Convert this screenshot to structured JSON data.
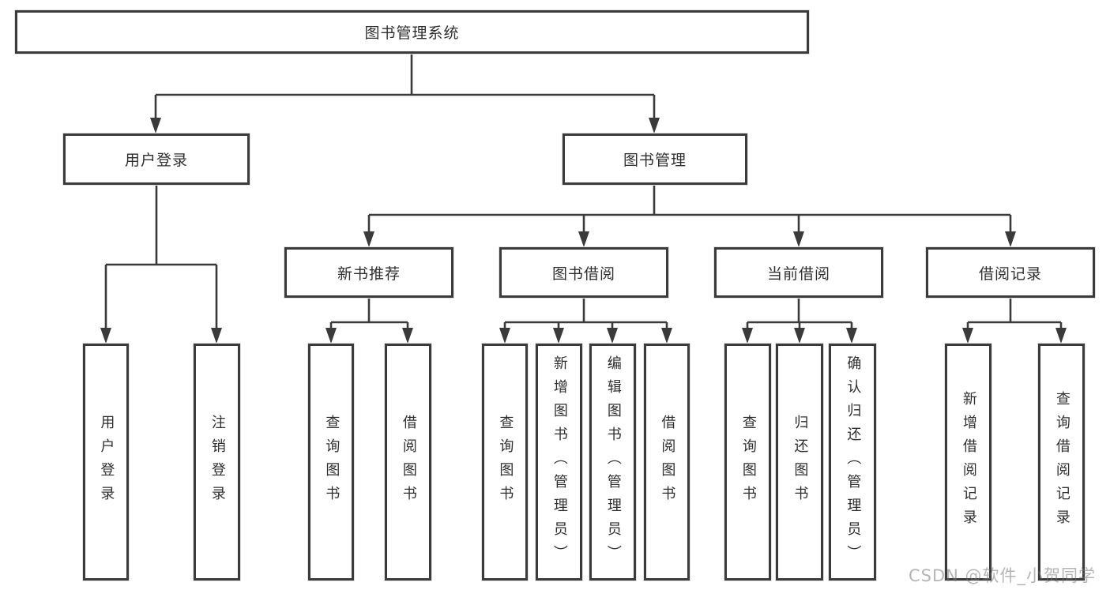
{
  "diagram": {
    "title": "图书管理系统",
    "watermark": "CSDN @软件_小贺同学",
    "colors": {
      "background": "#ffffff",
      "line": "#3a3a3a",
      "box_border": "#3b3b3b",
      "text": "#2f2f2f",
      "watermark": "#b9b9b9"
    },
    "nodes": {
      "root": "图书管理系统",
      "user_login": "用户登录",
      "book_management": "图书管理",
      "new_book_recommend": "新书推荐",
      "book_borrowing": "图书借阅",
      "current_borrowing": "当前借阅",
      "borrowing_records": "借阅记录",
      "user_login_leaf": "用户登录",
      "logout_leaf": "注销登录",
      "query_books_1": "查询图书",
      "borrow_books_1": "借阅图书",
      "query_books_2": "查询图书",
      "add_books_admin": "新增图书（管理员）",
      "edit_books_admin": "编辑图书（管理员）",
      "borrow_books_2": "借阅图书",
      "query_books_3": "查询图书",
      "return_books": "归还图书",
      "confirm_return_admin": "确认归还（管理员）",
      "add_borrow_record": "新增借阅记录",
      "query_borrow_record": "查询借阅记录"
    },
    "hierarchy": {
      "图书管理系统": {
        "用户登录": [
          "用户登录",
          "注销登录"
        ],
        "图书管理": {
          "新书推荐": [
            "查询图书",
            "借阅图书"
          ],
          "图书借阅": [
            "查询图书",
            "新增图书（管理员）",
            "编辑图书（管理员）",
            "借阅图书"
          ],
          "当前借阅": [
            "查询图书",
            "归还图书",
            "确认归还（管理员）"
          ],
          "借阅记录": [
            "新增借阅记录",
            "查询借阅记录"
          ]
        }
      }
    }
  }
}
